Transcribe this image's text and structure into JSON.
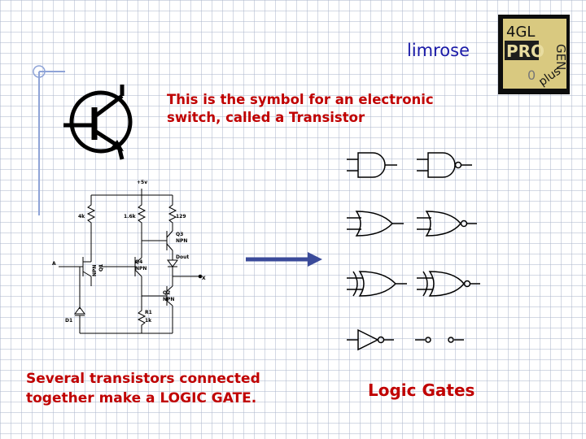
{
  "slide": {
    "author": "limrose",
    "top_caption": "This is the symbol for an electronic switch, called a Transistor",
    "bottom_caption": "Several transistors connected together make a LOGIC GATE.",
    "gates_caption": "Logic Gates",
    "accent_color": "#c00000",
    "author_color": "#1a1aa8"
  },
  "logo": {
    "line1": "4GL",
    "line2": "PRO",
    "line3": "GEN",
    "line4": "plus"
  },
  "circuit": {
    "supply": "+5v",
    "r1": "4k",
    "r2": "1.6k",
    "r3": "129",
    "q3": "Q3",
    "q3_type": "NPN",
    "q4": "Q4",
    "q4_type": "NPN",
    "q1": "Q1",
    "q1_type": "NPN",
    "q2": "Q2",
    "q2_type": "NPN",
    "dout": "Dout",
    "input_a": "A",
    "output_x": "X",
    "r_bottom": "R1",
    "r_bottom_value": "1k",
    "diode": "D1"
  }
}
